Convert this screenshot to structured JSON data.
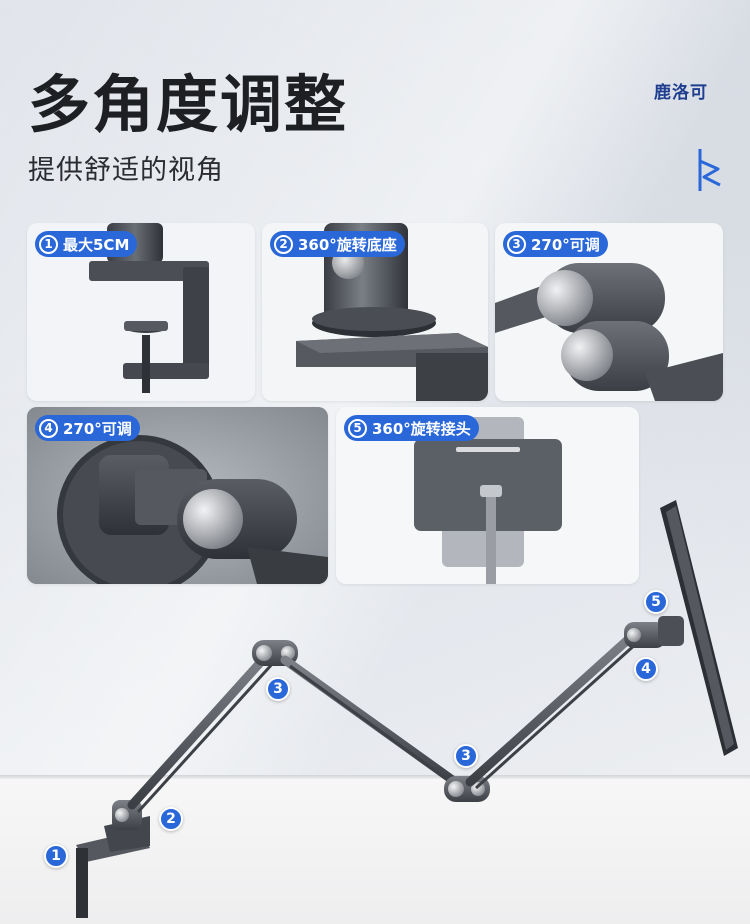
{
  "header": {
    "title": "多角度调整",
    "subtitle": "提供舒适的视角",
    "brand": "鹿洛可"
  },
  "cards": [
    {
      "num": "1",
      "label": "最大5CM"
    },
    {
      "num": "2",
      "label": "360°旋转底座"
    },
    {
      "num": "3",
      "label": "270°可调"
    },
    {
      "num": "4",
      "label": "270°可调"
    },
    {
      "num": "5",
      "label": "360°旋转接头"
    }
  ],
  "markers": [
    "1",
    "2",
    "3",
    "3",
    "4",
    "5"
  ],
  "colors": {
    "accent": "#2a67d8",
    "arm": "#4a4d53",
    "brand": "#1f3e8f"
  }
}
